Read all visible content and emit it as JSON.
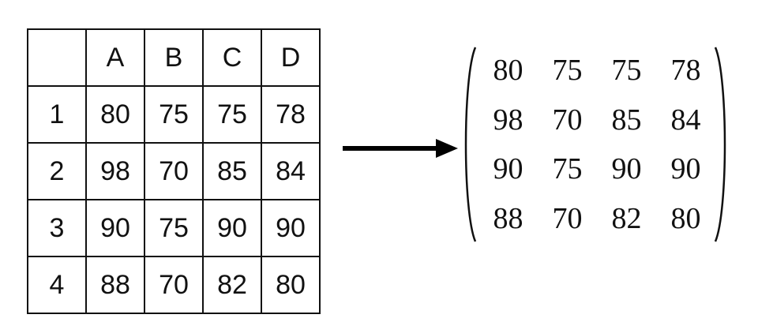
{
  "table": {
    "corner": "",
    "column_headers": [
      "A",
      "B",
      "C",
      "D"
    ],
    "rows": [
      {
        "label": "1",
        "cells": [
          "80",
          "75",
          "75",
          "78"
        ]
      },
      {
        "label": "2",
        "cells": [
          "98",
          "70",
          "85",
          "84"
        ]
      },
      {
        "label": "3",
        "cells": [
          "90",
          "75",
          "90",
          "90"
        ]
      },
      {
        "label": "4",
        "cells": [
          "88",
          "70",
          "82",
          "80"
        ]
      }
    ]
  },
  "arrow": {
    "icon": "right-arrow-icon"
  },
  "matrix": {
    "rows": [
      [
        "80",
        "75",
        "75",
        "78"
      ],
      [
        "98",
        "70",
        "85",
        "84"
      ],
      [
        "90",
        "75",
        "90",
        "90"
      ],
      [
        "88",
        "70",
        "82",
        "80"
      ]
    ]
  }
}
